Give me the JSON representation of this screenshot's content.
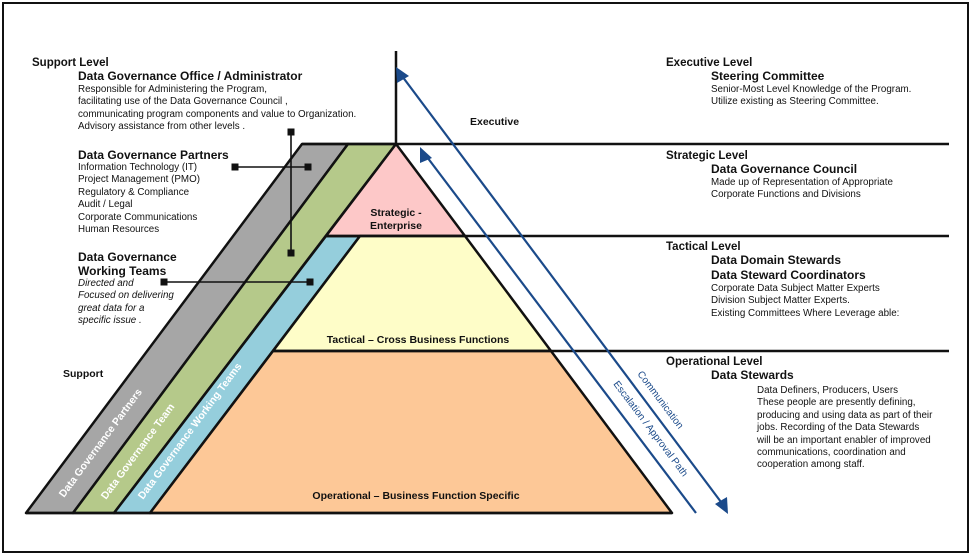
{
  "colors": {
    "gray_band": "#a6a6a6",
    "green_band": "#b5c98a",
    "blue_band": "#95cedc",
    "strategic_fill": "#fdc8c8",
    "tactical_fill": "#fefdc8",
    "operational_fill": "#fdc897",
    "arrow": "#1b4a8a",
    "line": "#111111"
  },
  "left": {
    "support_level": {
      "heading": "Support Level",
      "title": "Data Governance Office / Administrator",
      "lines": [
        "Responsible for Administering the Program,",
        "facilitating use of the Data Governance Council ,",
        "communicating program components and value to Organization.",
        "Advisory assistance from other levels ."
      ]
    },
    "partners": {
      "title": "Data Governance Partners",
      "lines": [
        "Information Technology (IT)",
        "Project Management (PMO)",
        "Regulatory & Compliance",
        "Audit / Legal",
        "Corporate Communications",
        "Human Resources"
      ]
    },
    "working_teams": {
      "title_lines": [
        "Data Governance",
        "Working Teams"
      ],
      "lines": [
        "Directed and",
        "Focused on delivering",
        "great data for a",
        "specific issue ."
      ]
    },
    "support_label": "Support"
  },
  "bands": {
    "partners": "Data Governance Partners",
    "team": "Data Governance Team",
    "working_teams": "Data Governance Working Teams"
  },
  "pyramid": {
    "executive": "Executive",
    "strategic_lines": [
      "Strategic -",
      "Enterprise"
    ],
    "tactical": "Tactical – Cross Business Functions",
    "operational": "Operational – Business Function Specific"
  },
  "arrows": {
    "communication": "Communication",
    "escalation": "Escalation / Approval Path"
  },
  "right": {
    "executive": {
      "heading": "Executive Level",
      "titles": [
        "Steering Committee"
      ],
      "lines": [
        "Senior-Most Level Knowledge of the Program.",
        "Utilize existing as Steering Committee."
      ]
    },
    "strategic": {
      "heading": "Strategic Level",
      "titles": [
        "Data Governance Council"
      ],
      "lines": [
        "Made up of Representation of Appropriate",
        "Corporate Functions and Divisions"
      ]
    },
    "tactical": {
      "heading": "Tactical Level",
      "titles": [
        "Data Domain Stewards",
        "Data Steward Coordinators"
      ],
      "lines": [
        "Corporate Data Subject Matter Experts",
        "Division Subject Matter Experts.",
        "Existing Committees Where Leverage able:"
      ]
    },
    "operational": {
      "heading": "Operational Level",
      "titles": [
        "Data Stewards"
      ],
      "lines": [
        "Data Definers, Producers, Users",
        "These people are presently defining,",
        "producing and using data as part of their",
        "jobs.  Recording of the Data Stewards",
        "will be an important enabler of improved",
        "communications, coordination and",
        "cooperation among staff."
      ]
    }
  }
}
